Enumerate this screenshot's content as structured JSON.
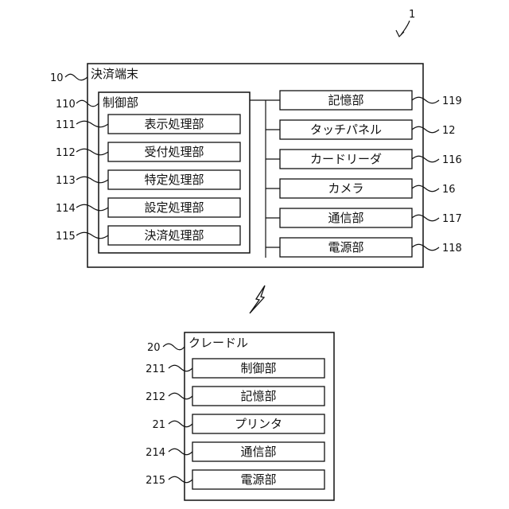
{
  "figure_ref": "1",
  "terminal": {
    "ref": "10",
    "title": "決済端末",
    "controller": {
      "ref": "110",
      "title": "制御部",
      "units": [
        {
          "ref": "111",
          "label": "表示処理部"
        },
        {
          "ref": "112",
          "label": "受付処理部"
        },
        {
          "ref": "113",
          "label": "特定処理部"
        },
        {
          "ref": "114",
          "label": "設定処理部"
        },
        {
          "ref": "115",
          "label": "決済処理部"
        }
      ]
    },
    "components": [
      {
        "ref": "119",
        "label": "記憶部"
      },
      {
        "ref": "12",
        "label": "タッチパネル"
      },
      {
        "ref": "116",
        "label": "カードリーダ"
      },
      {
        "ref": "16",
        "label": "カメラ"
      },
      {
        "ref": "117",
        "label": "通信部"
      },
      {
        "ref": "118",
        "label": "電源部"
      }
    ]
  },
  "cradle": {
    "ref": "20",
    "title": "クレードル",
    "components": [
      {
        "ref": "211",
        "label": "制御部"
      },
      {
        "ref": "212",
        "label": "記憶部"
      },
      {
        "ref": "21",
        "label": "プリンタ"
      },
      {
        "ref": "214",
        "label": "通信部"
      },
      {
        "ref": "215",
        "label": "電源部"
      }
    ]
  }
}
